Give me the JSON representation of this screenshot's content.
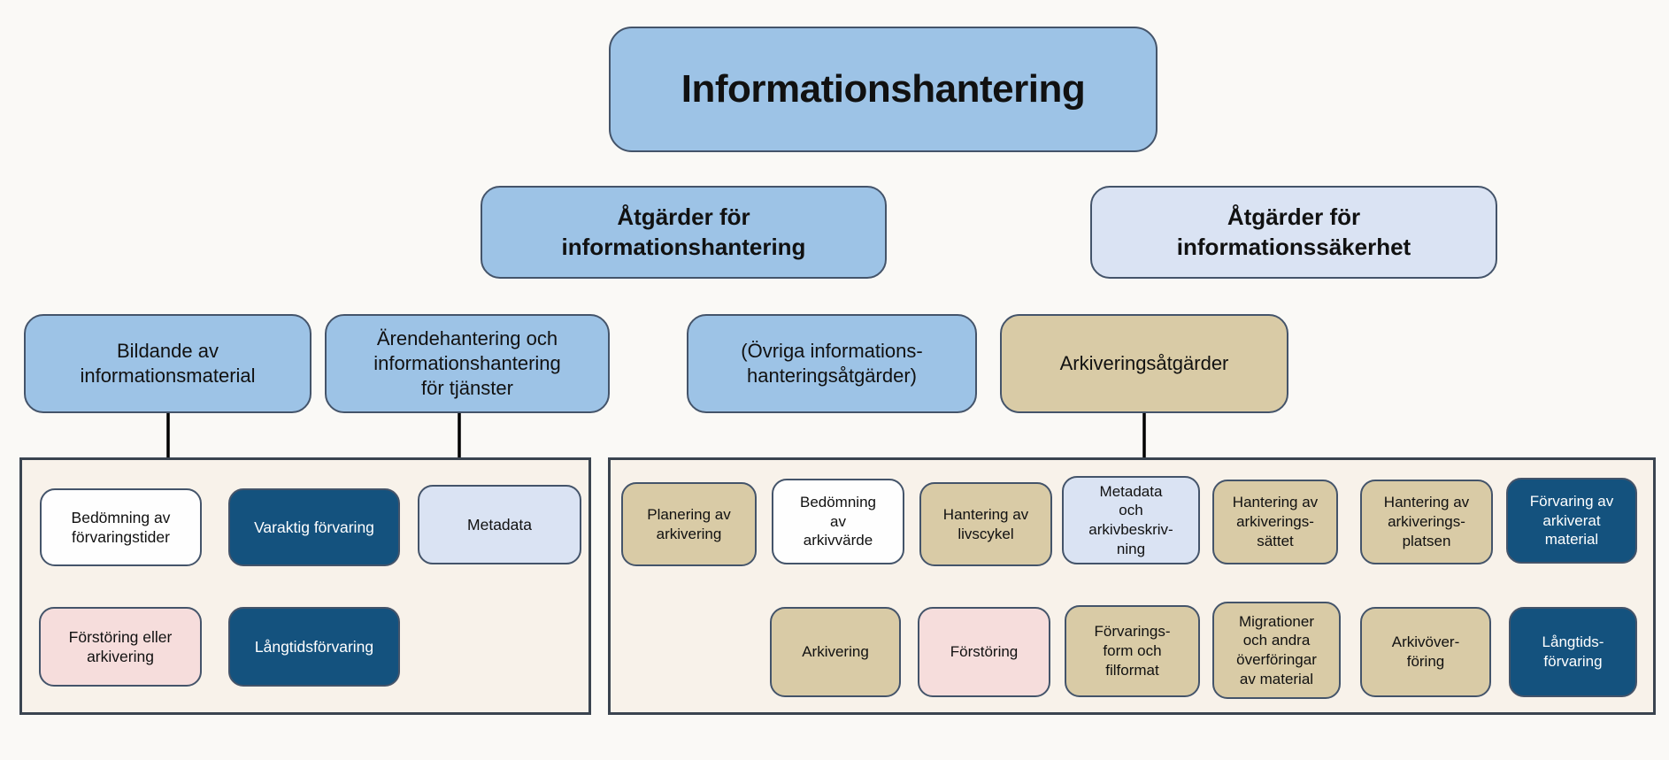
{
  "title": {
    "label": "Informationshantering"
  },
  "level2": [
    {
      "id": "atgarder-for-informationshantering",
      "label": "Åtgärder för\ninformationshantering"
    },
    {
      "id": "atgarder-for-informationssakerhet",
      "label": "Åtgärder för\ninformationssäkerhet"
    }
  ],
  "level3": [
    {
      "id": "bildande-av-informationsmaterial",
      "label": "Bildande av\ninformationsmaterial"
    },
    {
      "id": "arendehantering-for-tjanster",
      "label": "Ärendehantering och\ninformationshantering\nför tjänster"
    },
    {
      "id": "ovriga-informationshanteringsatgarder",
      "label": "(Övriga informations-\nhanteringsåtgärder)"
    },
    {
      "id": "arkiveringsatgarder",
      "label": "Arkiveringsåtgärder"
    }
  ],
  "left_panel": {
    "top": [
      {
        "id": "bedomning-av-forvaringstider",
        "label": "Bedömning av\nförvaringstider"
      },
      {
        "id": "varaktig-forvaring",
        "label": "Varaktig förvaring"
      },
      {
        "id": "metadata",
        "label": "Metadata"
      }
    ],
    "bottom": [
      {
        "id": "forstoring-eller-arkivering",
        "label": "Förstöring eller\narkivering"
      },
      {
        "id": "langtidsforvaring",
        "label": "Långtidsförvaring"
      }
    ]
  },
  "right_panel": {
    "top": [
      {
        "id": "planering-av-arkivering",
        "label": "Planering av\narkivering"
      },
      {
        "id": "bedomning-av-arkivvarde",
        "label": "Bedömning\nav\narkivvärde"
      },
      {
        "id": "hantering-av-livscykel",
        "label": "Hantering av\nlivscykel"
      },
      {
        "id": "metadata-och-arkivbeskrivning",
        "label": "Metadata\noch\narkivbeskriv-\nning"
      },
      {
        "id": "hantering-av-arkiveringssattet",
        "label": "Hantering av\narkiverings-\nsättet"
      },
      {
        "id": "hantering-av-arkiveringsplatsen",
        "label": "Hantering av\narkiverings-\nplatsen"
      },
      {
        "id": "forvaring-av-arkiverat-material",
        "label": "Förvaring av\narkiverat\nmaterial"
      }
    ],
    "bottom": [
      {
        "id": "arkivering",
        "label": "Arkivering"
      },
      {
        "id": "forstoring",
        "label": "Förstöring"
      },
      {
        "id": "forvaringsform-och-filformat",
        "label": "Förvarings-\nform och\nfilformat"
      },
      {
        "id": "migrationer-och-andra-overforingar",
        "label": "Migrationer\noch andra\növerföringar\nav material"
      },
      {
        "id": "arkivoverforing",
        "label": "Arkivöver-\nföring"
      },
      {
        "id": "langtids-forvaring",
        "label": "Långtids-\nförvaring"
      }
    ]
  },
  "edges": [
    {
      "from": "bildande-av-informationsmaterial",
      "to": "left-panel"
    },
    {
      "from": "arendehantering-for-tjanster",
      "to": "left-panel"
    },
    {
      "from": "arkiveringsatgarder",
      "to": "right-panel"
    },
    {
      "from": "bedomning-av-forvaringstider",
      "to": "forstoring-eller-arkivering"
    },
    {
      "from": "varaktig-forvaring",
      "to": "langtidsforvaring"
    },
    {
      "from": "bedomning-av-arkivvarde",
      "to": "arkivering"
    },
    {
      "from": "bedomning-av-arkivvarde",
      "to": "forstoring"
    },
    {
      "from": "hantering-av-livscykel",
      "to": "arkivering"
    },
    {
      "from": "hantering-av-livscykel",
      "to": "forstoring"
    },
    {
      "from": "hantering-av-arkiveringssattet",
      "to": "forvaringsform-och-filformat"
    },
    {
      "from": "hantering-av-arkiveringssattet",
      "to": "migrationer-och-andra-overforingar"
    },
    {
      "from": "hantering-av-arkiveringsplatsen",
      "to": "migrationer-och-andra-overforingar"
    },
    {
      "from": "hantering-av-arkiveringsplatsen",
      "to": "arkivoverforing"
    },
    {
      "from": "forvaring-av-arkiverat-material",
      "to": "langtids-forvaring"
    }
  ],
  "colors": {
    "page_background": "#FAF9F6",
    "panel_background": "#F8F2EA",
    "panel_border": "#3A4450",
    "box_border": "#44546A",
    "blue": "#9DC3E6",
    "pale_blue": "#DAE3F3",
    "tan": "#D9CBA6",
    "dark_blue": "#14527E",
    "pink": "#F6DDDC",
    "white_box": "#FEFEFE",
    "connector": "#000000"
  }
}
